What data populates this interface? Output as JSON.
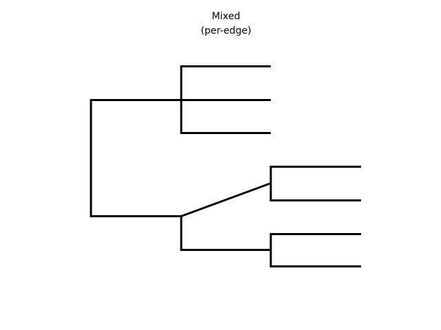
{
  "title": {
    "line1": "Mixed",
    "line2": "(per-edge)"
  },
  "style": {
    "edge_color": "#000000",
    "background": "#ffffff"
  },
  "tree": {
    "leaf_count": 7,
    "edge_styles": [
      "rectangular",
      "slanted"
    ]
  }
}
